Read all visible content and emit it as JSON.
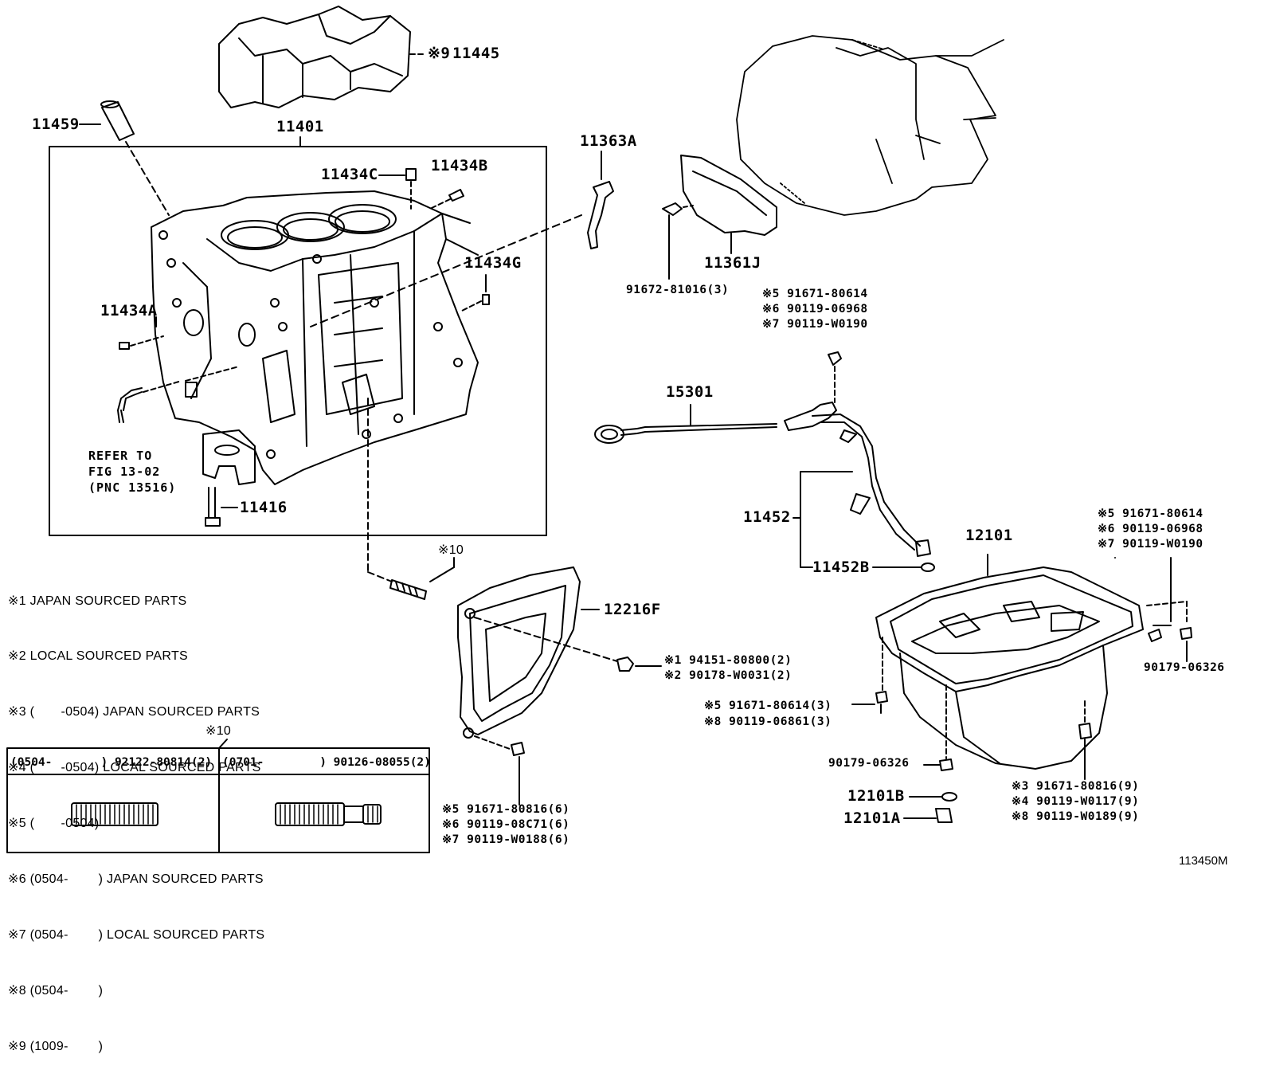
{
  "figure_id": "113450M",
  "parts": {
    "p11445": "11445",
    "p11445_note": "※9",
    "p11459": "11459",
    "p11401": "11401",
    "p11434C": "11434C",
    "p11434B": "11434B",
    "p11434G": "11434G",
    "p11434A": "11434A",
    "p11416": "11416",
    "p11363A": "11363A",
    "p11361J": "11361J",
    "p91672": "91672-81016(3)",
    "p15301": "15301",
    "p11452": "11452",
    "p11452B": "11452B",
    "p12101": "12101",
    "p12216F": "12216F",
    "p90179_right": "90179-06326",
    "p90179_left": "90179-06326",
    "p12101B": "12101B",
    "p12101A": "12101A",
    "mark10_top": "※10"
  },
  "callouts": {
    "dipstick_tube_bolt": [
      "※5  91671-80614",
      "※6  90119-06968",
      "※7  90119-W0190"
    ],
    "pan_right_bolt": [
      "※5  91671-80614",
      "※6  90119-06968",
      "※7  90119-W0190"
    ],
    "nut_12216F": [
      "※1 94151-80800(2)",
      "※2 90178-W0031(2)"
    ],
    "bolt_12216F": [
      "※5  91671-80816(6)",
      "※6  90119-08C71(6)",
      "※7  90119-W0188(6)"
    ],
    "pan_left_bolt": [
      "※5 91671-80614(3)",
      "※8 90119-06861(3)"
    ],
    "pan_bottom_bolt": [
      "※3  91671-80816(9)",
      "※4  90119-W0117(9)",
      "※8  90119-W0189(9)"
    ]
  },
  "refer": [
    "REFER TO",
    "FIG 13-02",
    "(PNC 13516)"
  ],
  "legend": [
    "※1 JAPAN SOURCED PARTS",
    "※2 LOCAL SOURCED PARTS",
    "※3 (       -0504) JAPAN SOURCED PARTS",
    "※4 (       -0504) LOCAL SOURCED PARTS",
    "※5 (       -0504)",
    "※6 (0504-        ) JAPAN SOURCED PARTS",
    "※7 (0504-        ) LOCAL SOURCED PARTS",
    "※8 (0504-        )",
    "※9 (1009-        )"
  ],
  "stud_table": {
    "mark": "※10",
    "left_header": "(0504-       ) 92122-80814(2)",
    "right_header": "(0701-        ) 90126-08055(2)"
  }
}
